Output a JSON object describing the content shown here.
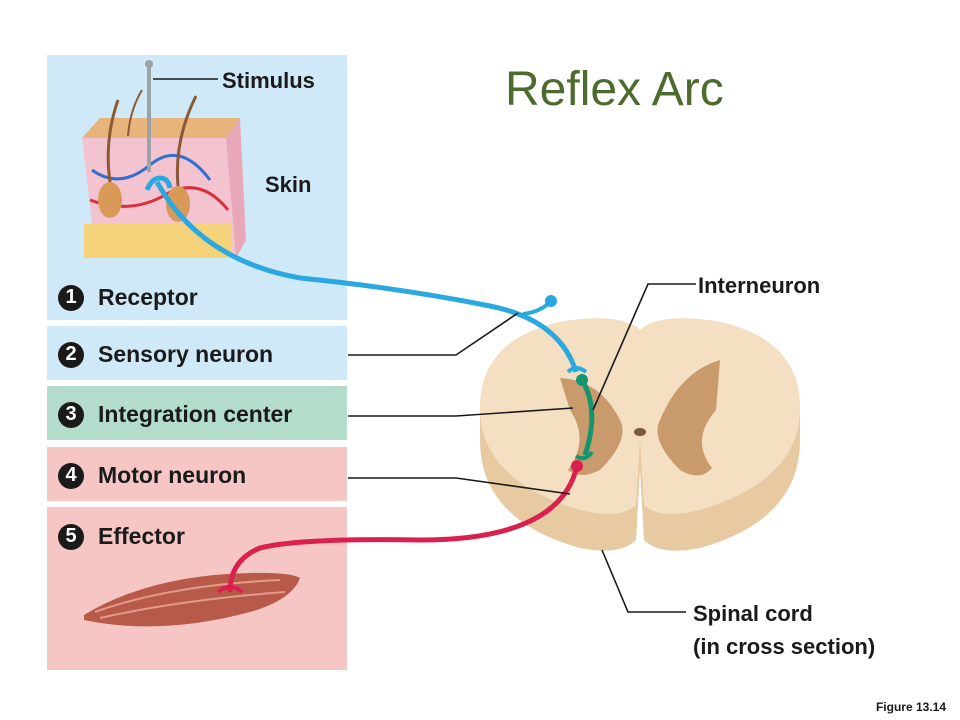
{
  "title": "Reflex Arc",
  "figure_label": "Figure 13.14",
  "labels": {
    "stimulus": "Stimulus",
    "skin": "Skin",
    "interneuron": "Interneuron",
    "spinal_cord_line1": "Spinal cord",
    "spinal_cord_line2": "(in cross section)"
  },
  "steps": [
    {
      "number": "1",
      "label": "Receptor"
    },
    {
      "number": "2",
      "label": "Sensory neuron"
    },
    {
      "number": "3",
      "label": "Integration center"
    },
    {
      "number": "4",
      "label": "Motor neuron"
    },
    {
      "number": "5",
      "label": "Effector"
    }
  ],
  "colors": {
    "sensory_neuron": "#2aa8e0",
    "interneuron": "#14956e",
    "motor_neuron": "#d9204f",
    "title": "#4e6b2e"
  }
}
